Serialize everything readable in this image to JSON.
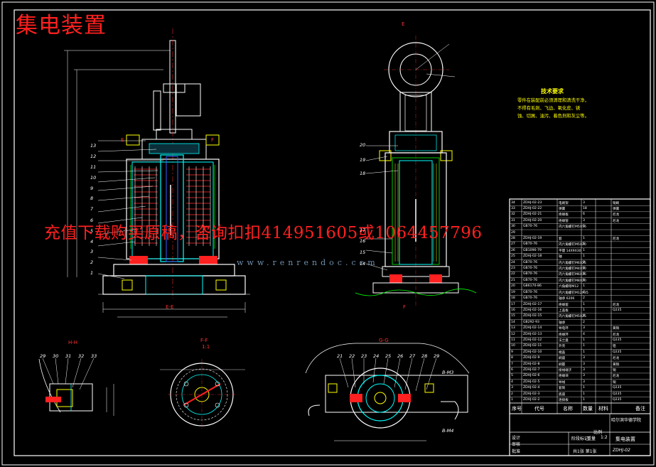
{
  "drawing": {
    "title_overlay": "集电装置",
    "watermark_banner": "充值下载购买原稿，咨询扣扣414951605或1064457796",
    "watermark_url": "www.renrendoc.com",
    "section_labels": [
      "E-E",
      "F-F",
      "G-G",
      "H-H"
    ],
    "section_marks": [
      "E",
      "F",
      "E",
      "F"
    ],
    "view_scale": "1:1",
    "tech_requirements": {
      "title": "技术要求",
      "lines": [
        "零件在装配前必须清理和清洗干净，",
        "不得有毛刺、飞边、氧化皮、锈",
        "蚀、切屑、油污、着色剂和灰尘等。"
      ]
    },
    "balloons_main": [
      "1",
      "2",
      "3",
      "4",
      "5",
      "6",
      "7",
      "8",
      "9",
      "10",
      "11",
      "12",
      "13"
    ],
    "balloons_right": [
      "20",
      "19",
      "18",
      "17",
      "16",
      "15",
      "14"
    ],
    "balloons_h": [
      "29",
      "30",
      "31",
      "32",
      "33"
    ],
    "balloons_g": [
      "21",
      "22",
      "23",
      "24",
      "25",
      "26",
      "27",
      "28",
      "29"
    ],
    "dims_g": [
      "B-M3",
      "B-M4"
    ]
  },
  "parts_list": {
    "headers": [
      "序号",
      "代号",
      "名称",
      "数量",
      "材料",
      "备注"
    ],
    "rows": [
      [
        "34",
        "ZDHJ-02-23",
        "电刷架",
        "3",
        "",
        "铜刷"
      ],
      [
        "33",
        "ZDHJ-02-22",
        "弹簧",
        "18",
        "",
        "弹簧"
      ],
      [
        "32",
        "ZDHJ-02-21",
        "绝缘板",
        "6",
        "",
        "尼龙"
      ],
      [
        "31",
        "ZDHJ-02-20",
        "绝缘管",
        "3",
        "",
        "尼龙"
      ],
      [
        "30",
        "GB70-76",
        "内六角螺钉M5X16",
        "6",
        "",
        ""
      ],
      [
        "29",
        "",
        "",
        "",
        "",
        ""
      ],
      [
        "28",
        "ZDHJ-02-19",
        "套",
        "1",
        "",
        "尼龙"
      ],
      [
        "27",
        "GB70-76",
        "内六角螺钉M5X20",
        "6",
        "",
        ""
      ],
      [
        "26",
        "GB1096-79",
        "平键 14X9X30",
        "1",
        "",
        ""
      ],
      [
        "25",
        "ZDHJ-02-18",
        "轴",
        "1",
        "",
        ""
      ],
      [
        "24",
        "GB70-76",
        "内六角螺钉M6X25",
        "8",
        "",
        ""
      ],
      [
        "23",
        "GB70-76",
        "内六角螺钉M4X10",
        "8",
        "",
        ""
      ],
      [
        "22",
        "GB70-76",
        "内六角螺钉M6X16",
        "4",
        "",
        ""
      ],
      [
        "21",
        "GB70-76",
        "内六角螺钉M8X20",
        "6",
        "",
        ""
      ],
      [
        "20",
        "GB6170-86",
        "六角螺母M12",
        "1",
        "",
        ""
      ],
      [
        "19",
        "GB70-76",
        "内六角螺钉M12X35",
        "4",
        "",
        ""
      ],
      [
        "18",
        "GB70-76",
        "轴承 6206",
        "2",
        "",
        ""
      ],
      [
        "17",
        "ZDHJ-02-17",
        "绝缘套",
        "1",
        "",
        "尼龙"
      ],
      [
        "16",
        "ZDHJ-02-16",
        "上盖板",
        "1",
        "",
        "Q235"
      ],
      [
        "15",
        "ZDHJ-02-15",
        "内六角螺钉M5X25",
        "4",
        "",
        ""
      ],
      [
        "14",
        "GB292-93",
        "轴承",
        "2",
        "",
        ""
      ],
      [
        "13",
        "ZDHJ-02-14",
        "导电环",
        "3",
        "",
        "黄铜"
      ],
      [
        "12",
        "ZDHJ-02-13",
        "绝缘环",
        "4",
        "",
        "尼龙"
      ],
      [
        "11",
        "ZDHJ-02-12",
        "法兰盘",
        "1",
        "",
        "Q235"
      ],
      [
        "10",
        "ZDHJ-02-11",
        "外壳",
        "1",
        "",
        "铝"
      ],
      [
        "9",
        "ZDHJ-02-10",
        "端盖",
        "1",
        "",
        "Q235"
      ],
      [
        "8",
        "ZDHJ-02-9",
        "刷座",
        "3",
        "",
        "尼龙"
      ],
      [
        "7",
        "ZDHJ-02-8",
        "刷握",
        "3",
        "",
        "黄铜"
      ],
      [
        "6",
        "ZDHJ-02-7",
        "接线端子",
        "3",
        "",
        "铜"
      ],
      [
        "5",
        "ZDHJ-02-6",
        "绝缘块",
        "3",
        "",
        "尼龙"
      ],
      [
        "4",
        "ZDHJ-02-5",
        "导线",
        "3",
        "",
        "铜"
      ],
      [
        "3",
        "ZDHJ-02-4",
        "套筒",
        "1",
        "",
        "Q235"
      ],
      [
        "2",
        "ZDHJ-02-3",
        "底座",
        "1",
        "",
        "Q235"
      ],
      [
        "1",
        "ZDHJ-02-2",
        "连接板",
        "1",
        "",
        "Q235"
      ]
    ],
    "school": "哈尔滨华德学院",
    "drawing_name": "集电装置",
    "drawing_no": "ZDHJ-02",
    "scale": "1:2",
    "sheet": "共1张 第1张",
    "labels": {
      "designer": "设计",
      "checker": "审核",
      "approver": "批准",
      "stage": "阶段标记",
      "weight": "重量",
      "scale_lbl": "比例"
    }
  },
  "colors": {
    "background": "#000000",
    "border": "#ffffff",
    "outline": "#ffffff",
    "hidden": "#00ffff",
    "red": "#ff2020",
    "yellow": "#ffff00",
    "green": "#00ff00",
    "magenta": "#ff00ff",
    "blue": "#3060ff"
  }
}
